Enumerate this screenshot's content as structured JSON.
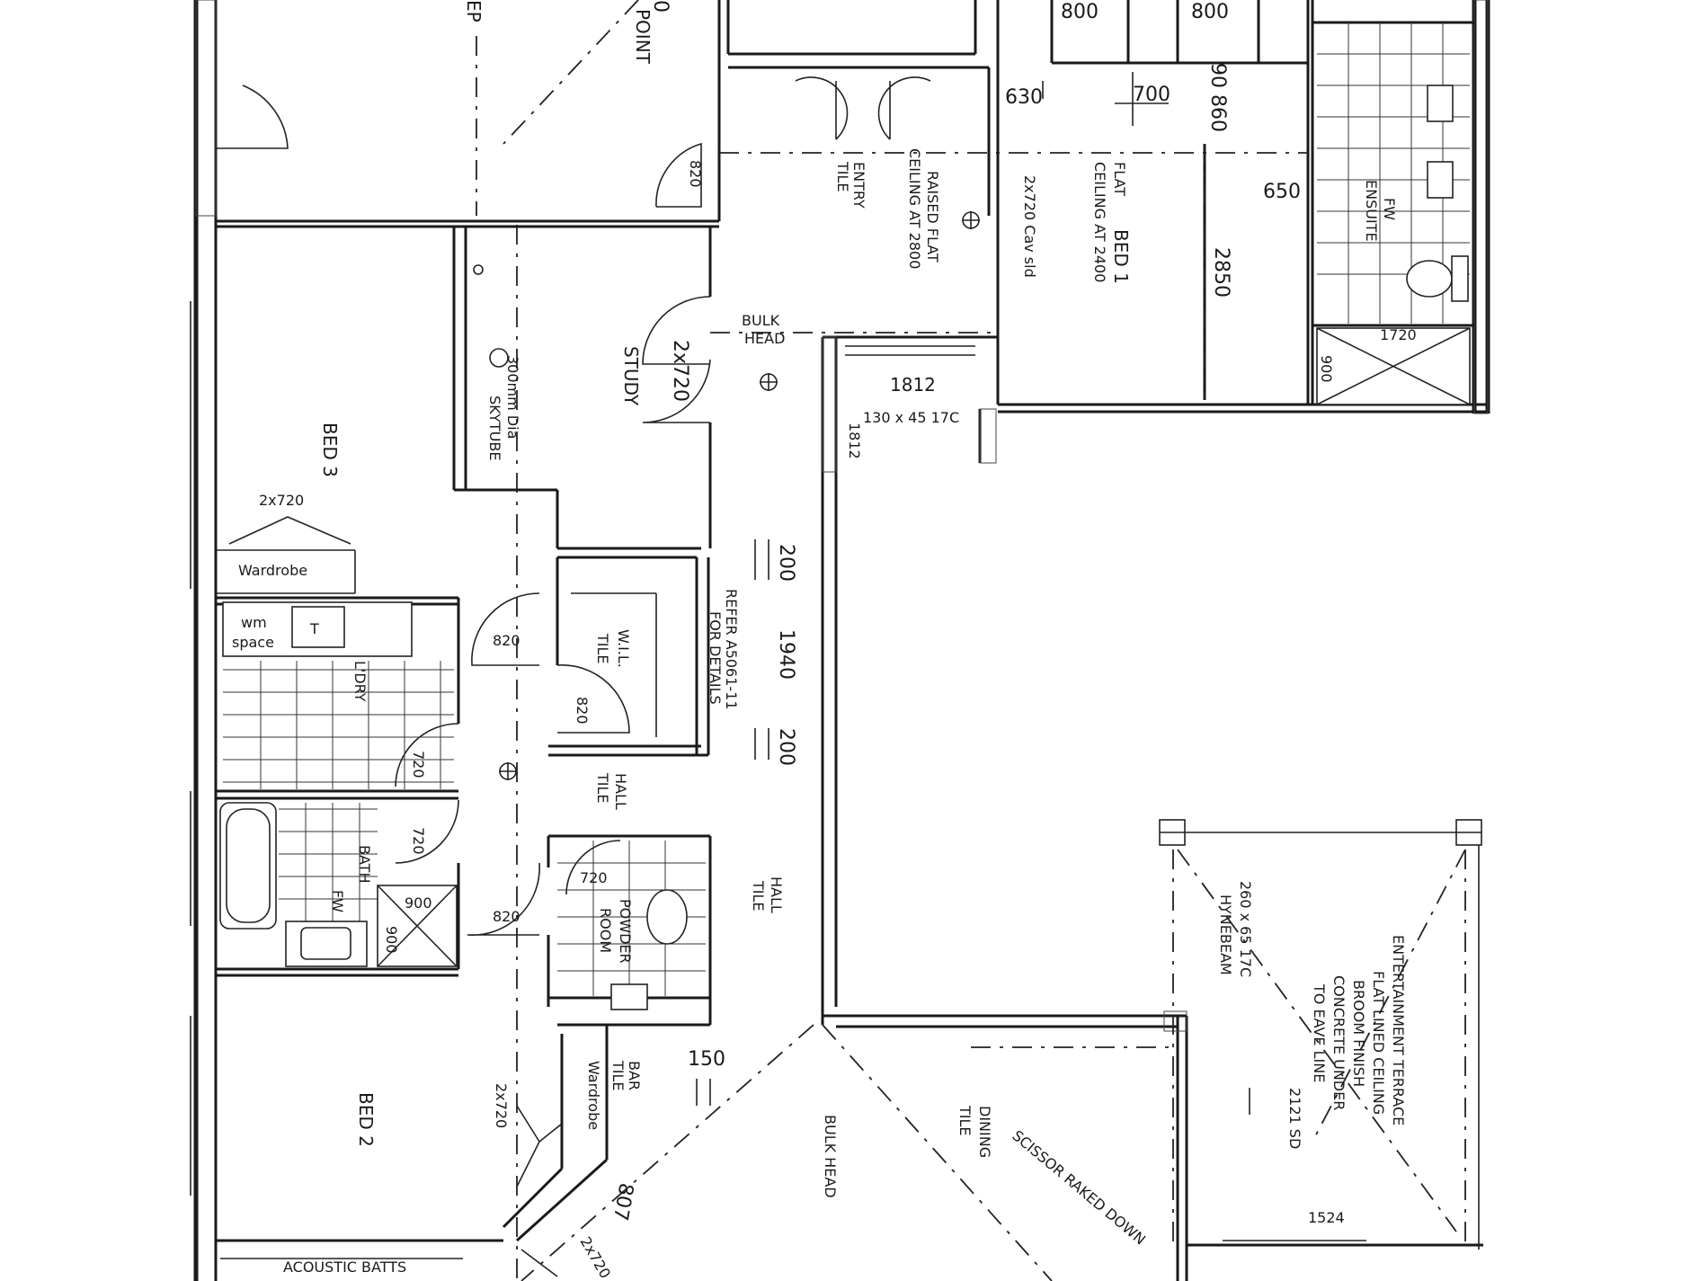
{
  "rooms": {
    "bed3": "BED 3",
    "bed2": "BED 2",
    "bed1": "BED 1",
    "study": "STUDY",
    "entry": "ENTRY",
    "entry_tile": "TILE",
    "ensuite": "ENSUITE",
    "laundry": "L'DRY",
    "bath": "BATH",
    "wil": "W.I.L.",
    "wil_tile": "TILE",
    "powder": "POWDER",
    "powder2": "ROOM",
    "hall1": "HALL",
    "hall1_tile": "TILE",
    "hall2": "HALL",
    "hall2_tile": "TILE",
    "bar": "BAR",
    "bar_tile": "TILE",
    "dining": "DINING",
    "dining_tile": "TILE",
    "wardrobe1": "Wardrobe",
    "wardrobe2": "Wardrobe",
    "wm_space1": "wm",
    "wm_space2": "space",
    "fw1": "FW",
    "fw2": "FW",
    "point": "POINT",
    "top_ep": "EP"
  },
  "notes": {
    "raised1": "RAISED FLAT",
    "raised2": "CEILING AT 2800",
    "flat1": "FLAT",
    "flat2": "CEILING AT 2400",
    "cav": "2x720 Cav sld",
    "bulkhead1": "BULK",
    "bulkhead2": "HEAD",
    "bulkhead_v": "BULK HEAD",
    "skytube1": "300mm Dia",
    "skytube2": "SKYTUBE",
    "refer1": "REFER A5061-11",
    "refer2": "FOR DETAILS",
    "beam": "130 x 45 17C",
    "terrace1": "ENTERTAINMENT TERRACE",
    "terrace2": "FLAT LINED CEILING",
    "terrace3": "BROOM FINISH",
    "terrace4": "CONCRETE UNDER",
    "terrace5": "TO EAVE LINE",
    "hynebeam1": "260 x 65 17C",
    "hynebeam2": "HYNEBEAM",
    "sd": "2121 SD",
    "scissor": "SCISSOR RAKED DOWN",
    "acoustic": "ACOUSTIC BATTS"
  },
  "dims": {
    "d800a": "800",
    "d800b": "800",
    "d630": "630",
    "d700": "700",
    "d90": "90",
    "d860": "860",
    "d650": "650",
    "d2850": "2850",
    "d1720": "1720",
    "d900e": "900",
    "d820a": "820",
    "d2x720a": "2x720",
    "d1812": "1812",
    "d1812b": "1812",
    "d2x720b": "2x720",
    "d820b": "820",
    "d820c": "820",
    "d200a": "200",
    "d1940": "1940",
    "d200b": "200",
    "d720a": "720",
    "d720b": "720",
    "d820d": "820",
    "d720c": "720",
    "d900b": "900",
    "d900c": "900",
    "d150": "150",
    "d2x720c": "2x720",
    "d807": "807",
    "d1524": "1524",
    "d2x720d": "2x720",
    "d0": "0"
  }
}
